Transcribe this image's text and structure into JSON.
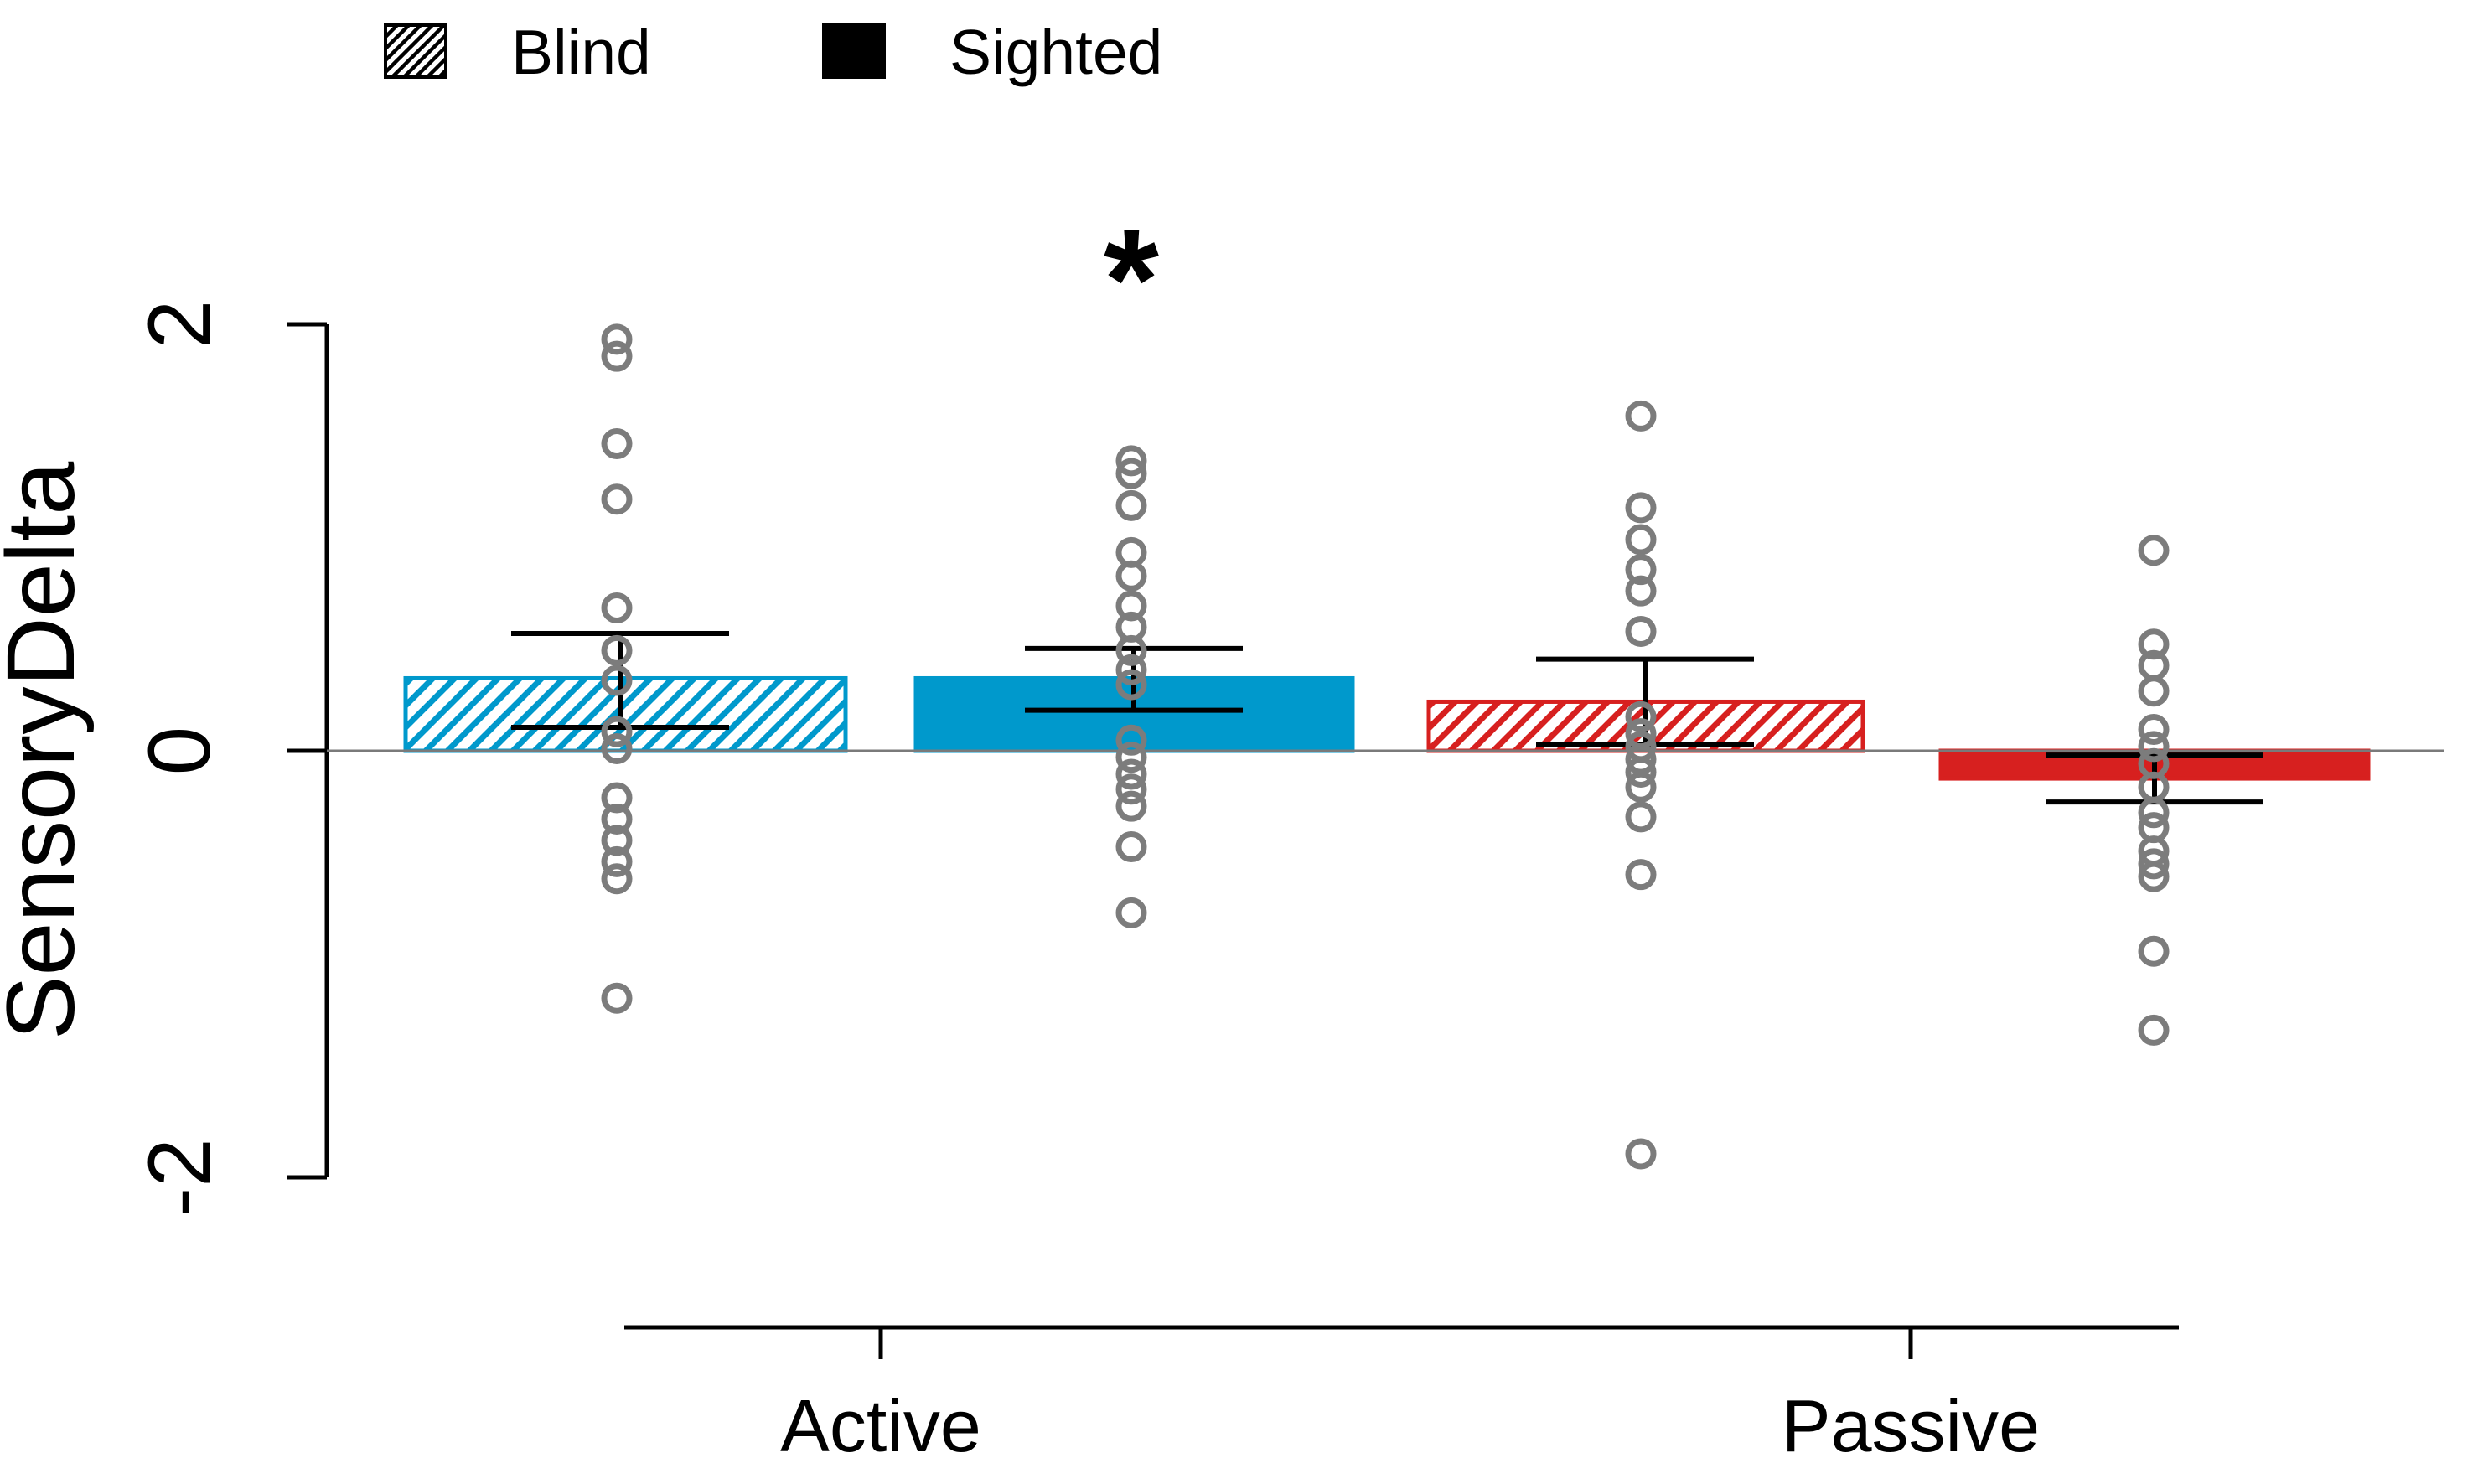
{
  "chart_data": {
    "type": "bar",
    "title": "",
    "xlabel": "",
    "ylabel": "SensoryDelta",
    "ylim": [
      -2.35,
      2.35
    ],
    "yticks": [
      "2",
      "0",
      "-2"
    ],
    "ytick_values": [
      2,
      0,
      -2
    ],
    "grid": false,
    "zero_line": true,
    "point_style": {
      "shape": "open-circle",
      "color": "#7C7C7C"
    },
    "colors": {
      "active": "#0099CC",
      "passive": "#D7201F",
      "points": "#7C7C7C",
      "axis": "#000000",
      "zero_line": "#7A7A7A"
    },
    "legend": {
      "position": "top-left",
      "items": [
        {
          "label": "Blind",
          "pattern": "hatched",
          "swatch_color": "#000000"
        },
        {
          "label": "Sighted",
          "pattern": "solid",
          "swatch_color": "#000000"
        }
      ]
    },
    "groups": [
      {
        "label": "Active",
        "bars": [
          {
            "series": "Blind",
            "pattern": "hatched",
            "color": "#0099CC",
            "mean": 0.34,
            "err_low": 0.11,
            "err_high": 0.55,
            "points": [
              1.93,
              1.85,
              1.44,
              1.18,
              0.67,
              0.47,
              0.33,
              0.09,
              0.01,
              -0.22,
              -0.32,
              -0.42,
              -0.52,
              -0.6,
              -1.16
            ]
          },
          {
            "series": "Sighted",
            "pattern": "solid",
            "color": "#0099CC",
            "mean": 0.34,
            "err_low": 0.19,
            "err_high": 0.48,
            "points": [
              1.36,
              1.3,
              1.15,
              0.93,
              0.82,
              0.68,
              0.58,
              0.47,
              0.38,
              0.31,
              0.05,
              -0.03,
              -0.11,
              -0.18,
              -0.26,
              -0.45,
              -0.76
            ]
          }
        ]
      },
      {
        "label": "Passive",
        "bars": [
          {
            "series": "Blind",
            "pattern": "hatched",
            "color": "#D7201F",
            "mean": 0.23,
            "err_low": 0.03,
            "err_high": 0.43,
            "points": [
              1.57,
              1.14,
              0.99,
              0.85,
              0.75,
              0.56,
              0.16,
              0.08,
              0.02,
              -0.04,
              -0.1,
              -0.17,
              -0.31,
              -0.58,
              -1.89
            ]
          },
          {
            "series": "Sighted",
            "pattern": "solid",
            "color": "#D7201F",
            "mean": -0.13,
            "err_low": -0.24,
            "err_high": -0.02,
            "points": [
              0.94,
              0.5,
              0.4,
              0.28,
              0.1,
              0.02,
              -0.06,
              -0.17,
              -0.29,
              -0.36,
              -0.47,
              -0.53,
              -0.59,
              -0.94,
              -1.31
            ]
          }
        ]
      }
    ],
    "annotations": [
      {
        "text": "*",
        "group": "Active",
        "series": "Sighted",
        "meaning": "significant"
      }
    ]
  }
}
